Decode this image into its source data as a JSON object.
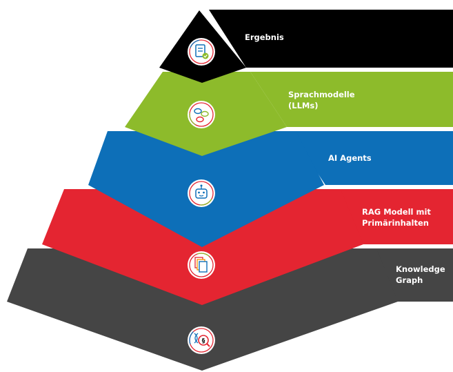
{
  "layers": [
    {
      "id": "ergebnis",
      "label_lines": [
        "Ergebnis"
      ],
      "color": "#000000",
      "icon": "document-check-icon"
    },
    {
      "id": "sprachmodelle",
      "label_lines": [
        "Sprachmodelle",
        "(LLMs)"
      ],
      "color": "#8dbb2b",
      "icon": "chat-bubbles-icon"
    },
    {
      "id": "ai-agents",
      "label_lines": [
        "AI Agents"
      ],
      "color": "#0d6fb8",
      "icon": "robot-icon"
    },
    {
      "id": "rag",
      "label_lines": [
        "RAG Modell mit",
        "Primärinhalten"
      ],
      "color": "#e42531",
      "icon": "documents-stack-icon"
    },
    {
      "id": "knowledge-graph",
      "label_lines": [
        "Knowledge",
        "Graph"
      ],
      "color": "#454545",
      "icon": "dna-paragraph-search-icon"
    }
  ]
}
